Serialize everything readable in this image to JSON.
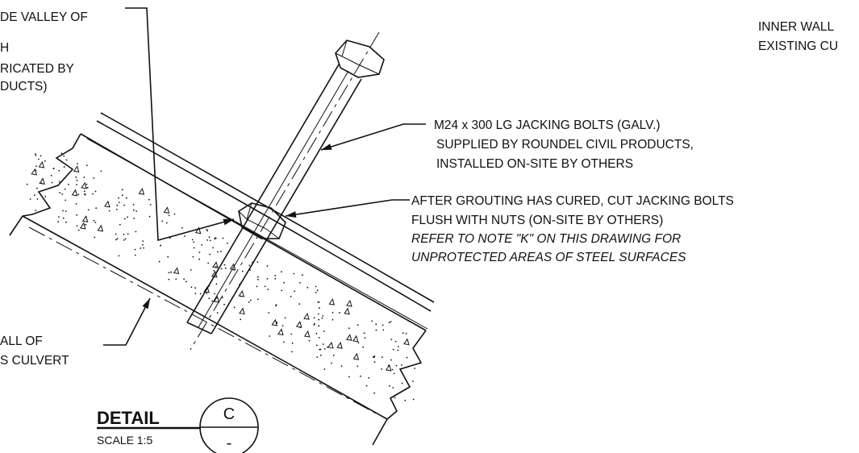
{
  "labels": {
    "top_left": [
      "DE VALLEY OF",
      "H",
      "RICATED BY",
      "DUCTS)"
    ],
    "top_right": [
      "INNER WALL",
      "EXISTING CU"
    ],
    "bolts": [
      "M24 x 300 LG JACKING BOLTS (GALV.)",
      "SUPPLIED BY ROUNDEL CIVIL PRODUCTS,",
      "INSTALLED ON-SITE BY OTHERS"
    ],
    "grout": [
      "AFTER GROUTING HAS CURED, CUT JACKING BOLTS",
      "FLUSH WITH NUTS (ON-SITE BY OTHERS)"
    ],
    "grout_note": [
      "REFER TO NOTE \"K\" ON THIS DRAWING FOR",
      "UNPROTECTED AREAS OF STEEL SURFACES"
    ],
    "wall": [
      "ALL OF",
      "S CULVERT"
    ]
  },
  "detail": {
    "title": "DETAIL",
    "scale": "SCALE 1:5",
    "ref_top": "C",
    "ref_bottom": "-"
  }
}
